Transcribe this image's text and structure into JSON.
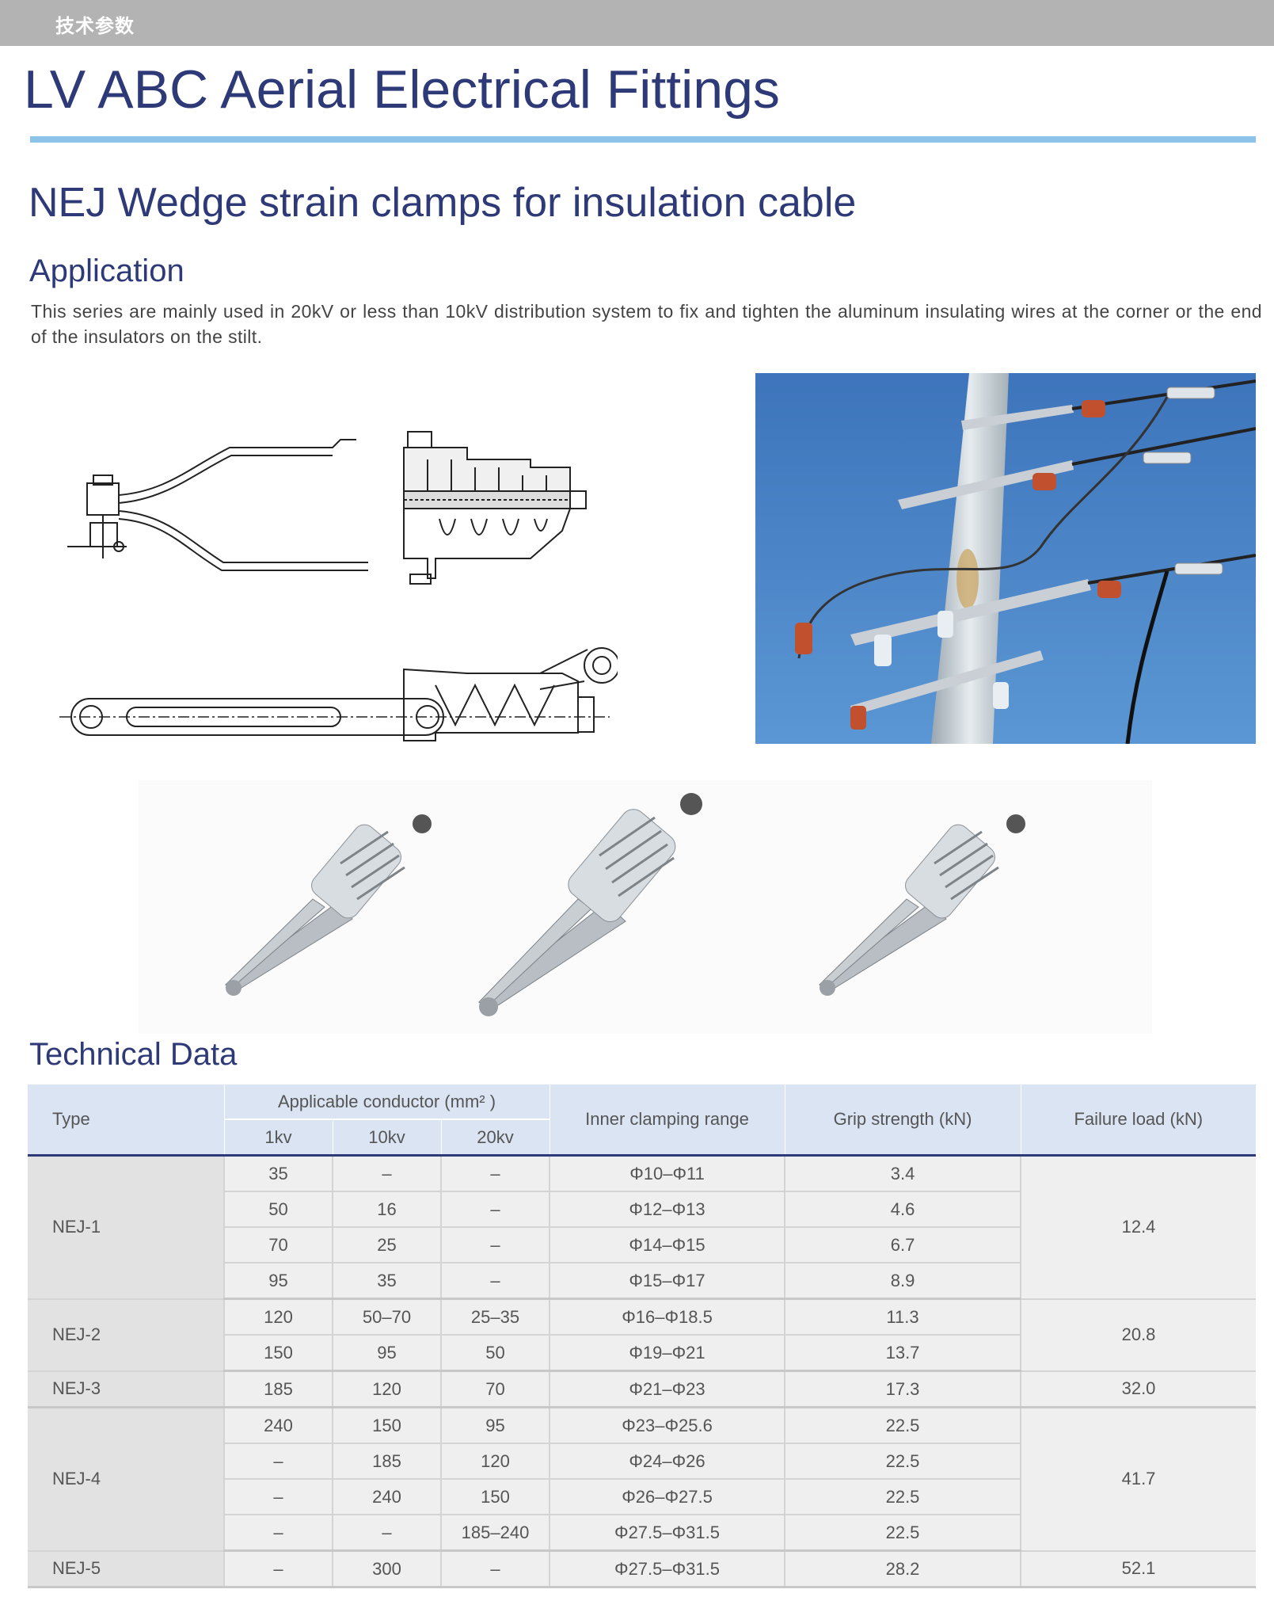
{
  "header": {
    "bar_label": "技术参数"
  },
  "title": "LV ABC Aerial Electrical Fittings",
  "subtitle": "NEJ Wedge strain clamps for insulation cable",
  "application": {
    "heading": "Application",
    "text": "This series are mainly used in 20kV or less than 10kV distribution system to fix and tighten the aluminum insulating wires at the corner or the end of the insulators on the stilt."
  },
  "technical": {
    "heading": "Technical Data",
    "headers": {
      "type": "Type",
      "conductor": "Applicable conductor (mm² )",
      "kv1": "1kv",
      "kv10": "10kv",
      "kv20": "20kv",
      "clamping": "Inner clamping range",
      "grip": "Grip strength (kN)",
      "failure": "Failure load (kN)"
    },
    "groups": [
      {
        "type": "NEJ-1",
        "failure": "12.4",
        "rows": [
          {
            "kv1": "35",
            "kv10": "–",
            "kv20": "–",
            "range": "Φ10–Φ11",
            "grip": "3.4"
          },
          {
            "kv1": "50",
            "kv10": "16",
            "kv20": "–",
            "range": "Φ12–Φ13",
            "grip": "4.6"
          },
          {
            "kv1": "70",
            "kv10": "25",
            "kv20": "–",
            "range": "Φ14–Φ15",
            "grip": "6.7"
          },
          {
            "kv1": "95",
            "kv10": "35",
            "kv20": "–",
            "range": "Φ15–Φ17",
            "grip": "8.9"
          }
        ]
      },
      {
        "type": "NEJ-2",
        "failure": "20.8",
        "rows": [
          {
            "kv1": "120",
            "kv10": "50–70",
            "kv20": "25–35",
            "range": "Φ16–Φ18.5",
            "grip": "11.3"
          },
          {
            "kv1": "150",
            "kv10": "95",
            "kv20": "50",
            "range": "Φ19–Φ21",
            "grip": "13.7"
          }
        ]
      },
      {
        "type": "NEJ-3",
        "failure": "32.0",
        "rows": [
          {
            "kv1": "185",
            "kv10": "120",
            "kv20": "70",
            "range": "Φ21–Φ23",
            "grip": "17.3"
          }
        ]
      },
      {
        "type": "NEJ-4",
        "failure": "41.7",
        "rows": [
          {
            "kv1": "240",
            "kv10": "150",
            "kv20": "95",
            "range": "Φ23–Φ25.6",
            "grip": "22.5"
          },
          {
            "kv1": "–",
            "kv10": "185",
            "kv20": "120",
            "range": "Φ24–Φ26",
            "grip": "22.5"
          },
          {
            "kv1": "–",
            "kv10": "240",
            "kv20": "150",
            "range": "Φ26–Φ27.5",
            "grip": "22.5"
          },
          {
            "kv1": "–",
            "kv10": "–",
            "kv20": "185–240",
            "range": "Φ27.5–Φ31.5",
            "grip": "22.5"
          }
        ]
      },
      {
        "type": "NEJ-5",
        "failure": "52.1",
        "rows": [
          {
            "kv1": "–",
            "kv10": "300",
            "kv20": "–",
            "range": "Φ27.5–Φ31.5",
            "grip": "28.2"
          }
        ]
      }
    ]
  },
  "colors": {
    "title_blue": "#2e3a78",
    "rule_blue": "#8ec3e9",
    "header_bg": "#dbe4f3",
    "sky": "#4a86c8"
  }
}
